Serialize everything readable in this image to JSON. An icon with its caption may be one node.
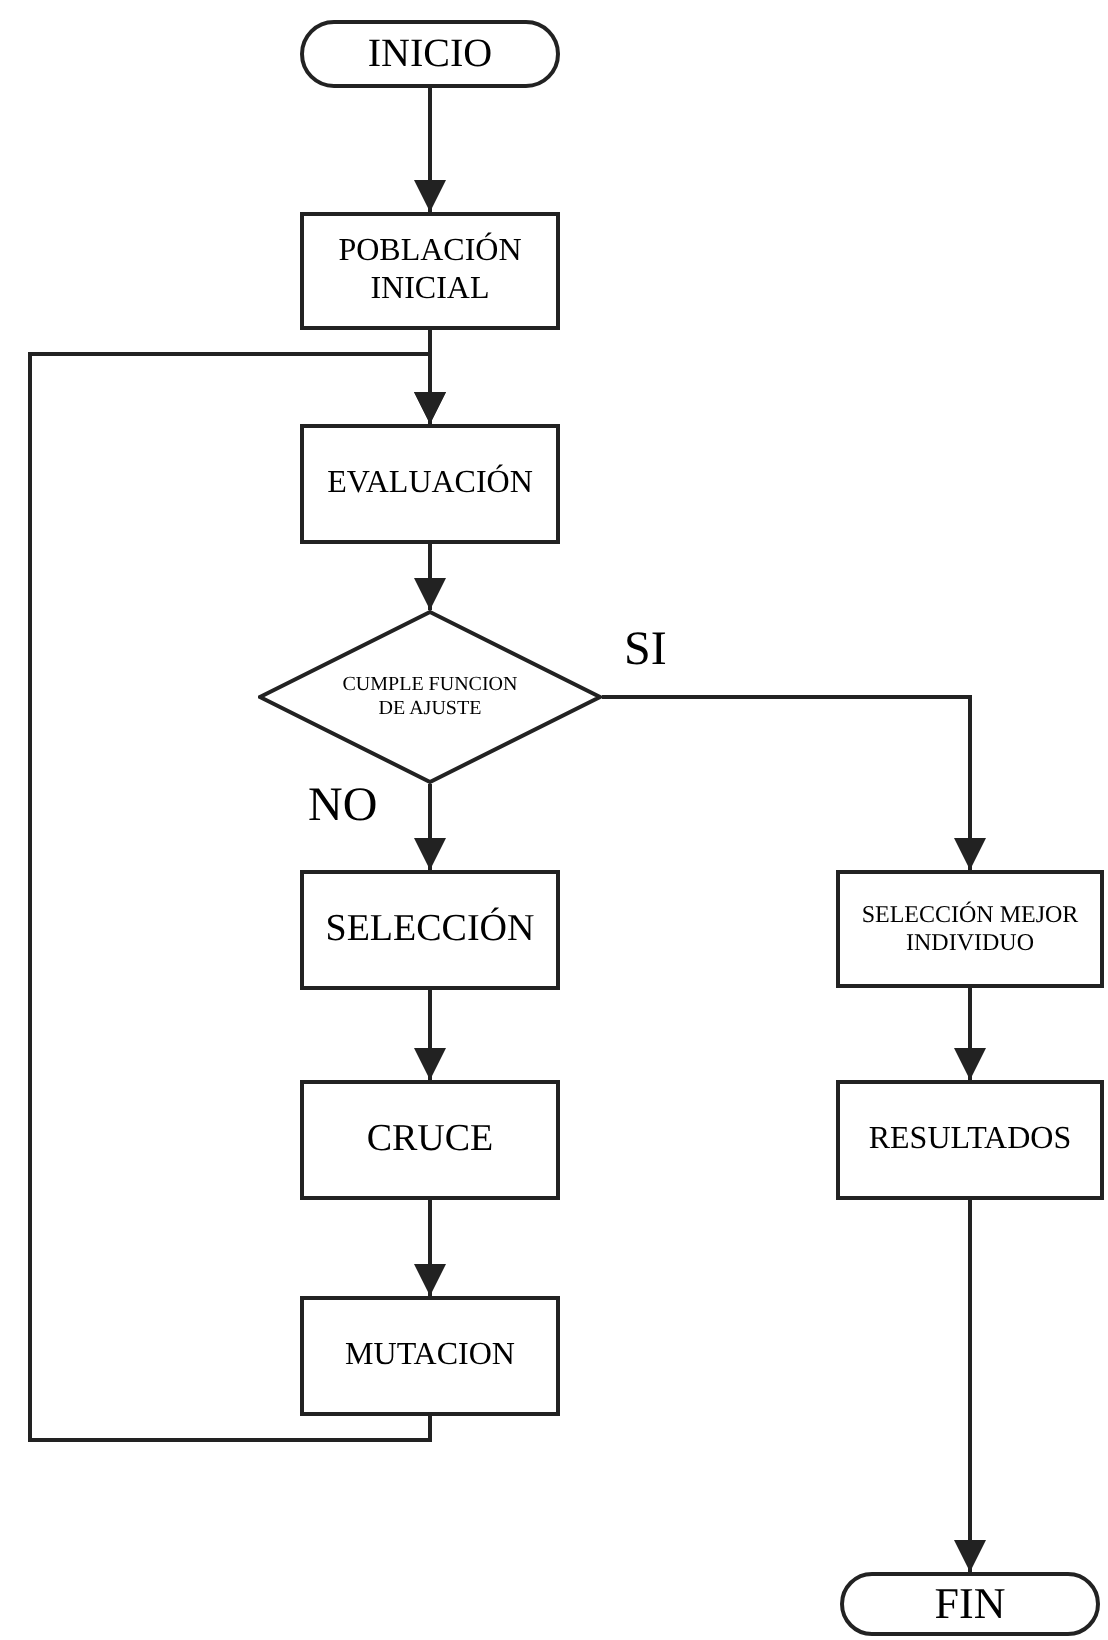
{
  "diagram": {
    "nodes": [
      {
        "text": [
          "INICIO"
        ]
      },
      {
        "text": [
          "POBLACIÓN INICIAL"
        ]
      },
      {
        "text": [
          "EVALUACIÓN"
        ]
      },
      {
        "text": [
          "CUMPLE FUNCION DE AJUSTE"
        ]
      },
      {
        "text": [
          "SELECCIÓN"
        ]
      },
      {
        "text": [
          "CRUCE"
        ]
      },
      {
        "text": [
          "MUTACION"
        ]
      },
      {
        "text": [
          "SELECCIÓN MEJOR INDIVIDUO"
        ]
      },
      {
        "text": [
          "RESULTADOS"
        ]
      },
      {
        "text": [
          "FIN"
        ]
      }
    ],
    "edges": [
      {
        "from": 0,
        "to": 1,
        "arrow": "to"
      },
      {
        "from": 1,
        "to": 2,
        "arrow": "to"
      },
      {
        "from": 2,
        "to": 3,
        "arrow": "to"
      },
      {
        "from": 3,
        "to": 4,
        "arrow": "to",
        "label": "NO"
      },
      {
        "from": 3,
        "to": 7,
        "arrow": "to",
        "label": "SI"
      },
      {
        "from": 4,
        "to": 5,
        "arrow": "to"
      },
      {
        "from": 5,
        "to": 6,
        "arrow": "to"
      },
      {
        "from": 6,
        "to": 2,
        "arrow": "to"
      },
      {
        "from": 7,
        "to": 8,
        "arrow": "to"
      },
      {
        "from": 8,
        "to": 9,
        "arrow": "to"
      }
    ]
  }
}
